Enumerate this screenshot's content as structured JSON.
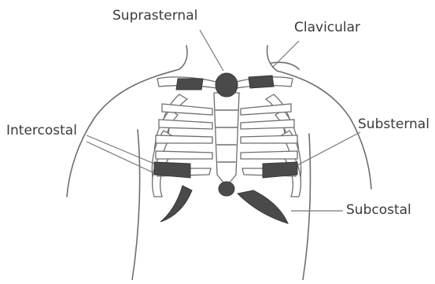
{
  "labels": {
    "suprasternal": "Suprasternal",
    "clavicular": "Clavicular",
    "intercostal": "Intercostal",
    "substernal": "Substernal",
    "subcostal": "Subcostal"
  },
  "colors": {
    "outline": "#6e6e6e",
    "retraction_area": "#4a4a4a",
    "label_text": "#3a3a3a"
  }
}
